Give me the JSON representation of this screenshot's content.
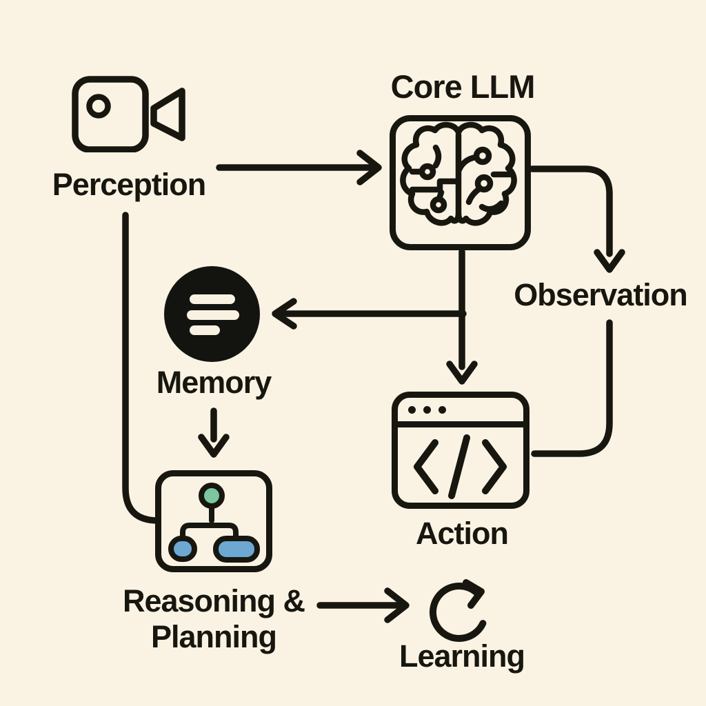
{
  "background_color": "#faf3e4",
  "ink_color": "#17160f",
  "accent_colors": {
    "green": "#7cc6a0",
    "blue": "#6da8d2",
    "cream": "#f9f2e2"
  },
  "nodes": {
    "perception": {
      "label": "Perception",
      "icon": "video-camera-icon"
    },
    "core_llm": {
      "label": "Core LLM",
      "icon": "brain-circuit-icon"
    },
    "memory": {
      "label": "Memory",
      "icon": "memory-list-icon"
    },
    "observation": {
      "label": "Observation"
    },
    "action": {
      "label": "Action",
      "icon": "code-window-icon"
    },
    "reasoning_planning": {
      "line1": "Reasoning &",
      "line2": "Planning",
      "icon": "hierarchy-tree-icon"
    },
    "learning": {
      "label": "Learning",
      "icon": "cycle-refresh-icon"
    }
  },
  "edges": [
    {
      "from": "Perception",
      "to": "Core LLM",
      "type": "arrow"
    },
    {
      "from": "Core LLM",
      "to": "Observation",
      "type": "arrow"
    },
    {
      "from": "Core LLM",
      "to": "Memory",
      "type": "arrow"
    },
    {
      "from": "Core LLM",
      "to": "Action",
      "type": "arrow"
    },
    {
      "from": "Observation",
      "to": "Action",
      "type": "line"
    },
    {
      "from": "Memory",
      "to": "Reasoning & Planning",
      "type": "arrow"
    },
    {
      "from": "Perception",
      "to": "Reasoning & Planning",
      "type": "line"
    },
    {
      "from": "Reasoning & Planning",
      "to": "Learning",
      "type": "arrow"
    }
  ]
}
